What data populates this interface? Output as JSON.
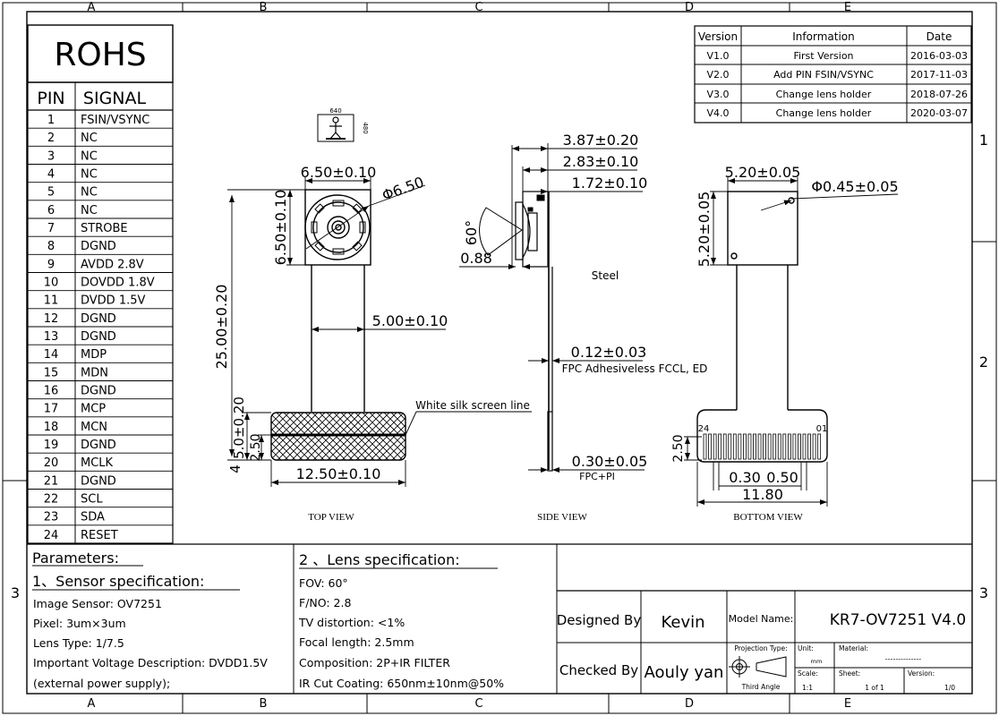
{
  "border_cols": [
    "A",
    "B",
    "C",
    "D",
    "E"
  ],
  "border_rows": [
    "1",
    "2",
    "3"
  ],
  "rohs": "ROHS",
  "pin_table": {
    "pin_header": "PIN",
    "signal_header": "SIGNAL",
    "rows": [
      {
        "pin": "1",
        "signal": "FSIN/VSYNC"
      },
      {
        "pin": "2",
        "signal": "NC"
      },
      {
        "pin": "3",
        "signal": "NC"
      },
      {
        "pin": "4",
        "signal": "NC"
      },
      {
        "pin": "5",
        "signal": "NC"
      },
      {
        "pin": "6",
        "signal": "NC"
      },
      {
        "pin": "7",
        "signal": "STROBE"
      },
      {
        "pin": "8",
        "signal": "DGND"
      },
      {
        "pin": "9",
        "signal": "AVDD 2.8V"
      },
      {
        "pin": "10",
        "signal": "DOVDD 1.8V"
      },
      {
        "pin": "11",
        "signal": "DVDD 1.5V"
      },
      {
        "pin": "12",
        "signal": "DGND"
      },
      {
        "pin": "13",
        "signal": "DGND"
      },
      {
        "pin": "14",
        "signal": "MDP"
      },
      {
        "pin": "15",
        "signal": "MDN"
      },
      {
        "pin": "16",
        "signal": "DGND"
      },
      {
        "pin": "17",
        "signal": "MCP"
      },
      {
        "pin": "18",
        "signal": "MCN"
      },
      {
        "pin": "19",
        "signal": "DGND"
      },
      {
        "pin": "20",
        "signal": "MCLK"
      },
      {
        "pin": "21",
        "signal": "DGND"
      },
      {
        "pin": "22",
        "signal": "SCL"
      },
      {
        "pin": "23",
        "signal": "SDA"
      },
      {
        "pin": "24",
        "signal": "RESET"
      }
    ]
  },
  "revisions": {
    "headers": [
      "Version",
      "Information",
      "Date"
    ],
    "rows": [
      {
        "version": "V1.0",
        "info": "First Version",
        "date": "2016-03-03"
      },
      {
        "version": "V2.0",
        "info": "Add PIN FSIN/VSYNC",
        "date": "2017-11-03"
      },
      {
        "version": "V3.0",
        "info": "Change lens holder",
        "date": "2018-07-26"
      },
      {
        "version": "V4.0",
        "info": "Change lens holder",
        "date": "2020-03-07"
      }
    ]
  },
  "orientation_icon": {
    "width_label": "640",
    "height_label": "480"
  },
  "top_view": {
    "title": "TOP VIEW",
    "dim_width": "6.50±0.10",
    "dim_diameter": "Φ6.50",
    "dim_height": "6.50±0.10",
    "dim_length": "25.00±0.20",
    "dim_fpc_width": "5.00±0.10",
    "dim_stiff_height": "5.0±0.20",
    "dim_silk": "2.50",
    "dim_4": "4",
    "dim_stiff_width": "12.50±0.10",
    "silk_label": "White silk screen line"
  },
  "side_view": {
    "title": "SIDE VIEW",
    "dim_387": "3.87±0.20",
    "dim_283": "2.83±0.10",
    "dim_172": "1.72±0.10",
    "fov": "60°",
    "dim_088": "0.88",
    "steel": "Steel",
    "dim_012": "0.12±0.03",
    "fpc_note": "FPC Adhesiveless FCCL, ED",
    "dim_030": "0.30±0.05",
    "fpc_pi": "FPC+PI"
  },
  "bottom_view": {
    "title": "BOTTOM VIEW",
    "dim_width": "5.20±0.05",
    "dim_hole": "Φ0.45±0.05",
    "dim_height": "5.20±0.05",
    "pin_first": "24",
    "pin_last": "01",
    "dim_250": "2.50",
    "dim_030": "0.30",
    "dim_050": "0.50",
    "dim_1180": "11.80"
  },
  "params": {
    "title": "Parameters:",
    "sensor_title": "1、Sensor specification:",
    "sensor_lines": [
      "Image Sensor: OV7251",
      "Pixel: 3um×3um",
      "Lens Type: 1/7.5",
      "Important Voltage Description: DVDD1.5V",
      "(external power supply);"
    ],
    "lens_title": "2 、Lens specification:",
    "lens_lines": [
      "FOV: 60°",
      "F/NO: 2.8",
      "TV distortion: <1%",
      "Focal length: 2.5mm",
      "Composition: 2P+IR  FILTER",
      "IR Cut Coating: 650nm±10nm@50%"
    ]
  },
  "title_block": {
    "designed_by_label": "Designed By",
    "designed_by": "Kevin",
    "checked_by_label": "Checked By",
    "checked_by": "Aouly yan",
    "model_name_label": "Model Name:",
    "model_name": "KR7-OV7251 V4.0",
    "projection_label": "Projection Type:",
    "projection_value": "Third Angle",
    "unit_label": "Unit:",
    "unit_value": "mm",
    "material_label": "Material:",
    "material_value": "--------------",
    "scale_label": "Scale:",
    "scale_value": "1:1",
    "sheet_label": "Sheet:",
    "sheet_value": "1 of 1",
    "version_label": "Version:",
    "version_value": "1/0"
  }
}
